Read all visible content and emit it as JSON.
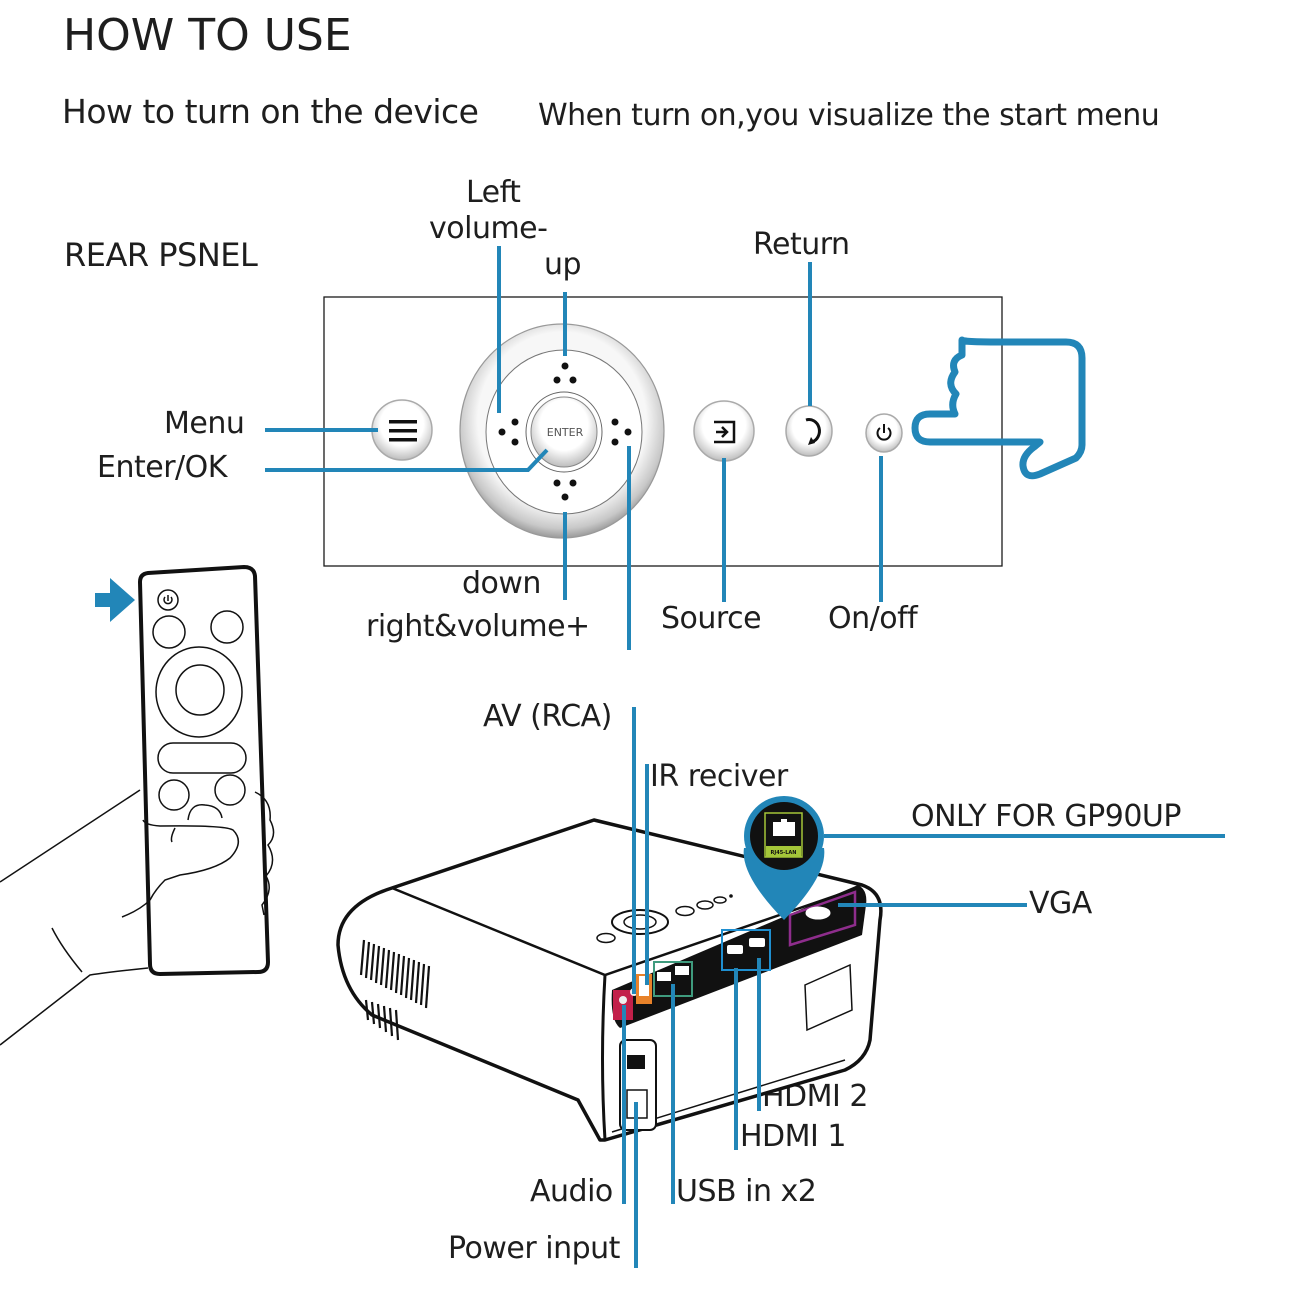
{
  "header": {
    "title": "HOW TO USE",
    "subtitle": "How to turn on the device",
    "subtitle_note": "When turn on,you visualize the start menu"
  },
  "panel": {
    "title": "REAR PSNEL",
    "enter_button_text": "ENTER",
    "labels": {
      "left": "Left",
      "volume_minus": "volume-",
      "up": "up",
      "return": "Return",
      "menu": "Menu",
      "enter_ok": "Enter/OK",
      "down": "down",
      "right_volume_plus": "right&volume+",
      "source": "Source",
      "on_off": "On/off"
    },
    "icons": [
      "menu-icon",
      "enter-button",
      "source-icon",
      "return-icon",
      "power-icon",
      "pointing-hand-icon"
    ]
  },
  "remote": {
    "icons": [
      "remote-control",
      "power-icon",
      "arrow-right-icon",
      "hand-icon"
    ]
  },
  "ports": {
    "av_rca": "AV (RCA)",
    "ir_receiver": "IR reciver",
    "only_for": "ONLY FOR GP90UP",
    "rj45_label": "RJ45-LAN",
    "vga": "VGA",
    "hdmi2": "HDMI 2",
    "hdmi1": "HDMI 1",
    "audio": "Audio",
    "usb": "USB in x2",
    "power_input": "Power input"
  },
  "colors": {
    "accent": "#2286b8",
    "text": "#1e1e1e",
    "rj45_green": "#a4c639",
    "vga_purple": "#8e2d8c",
    "usb_green": "#3f9b7e",
    "av_red": "#c2204a",
    "ir_orange": "#e8822a",
    "hdmi_blue": "#1f8fd0"
  }
}
